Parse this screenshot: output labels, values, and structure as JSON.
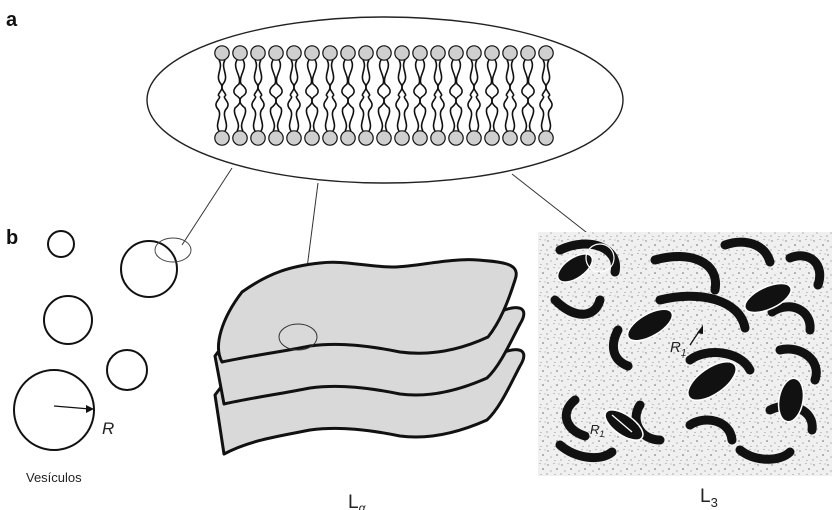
{
  "panels": {
    "a": "a",
    "b": "b"
  },
  "labels": {
    "vesicles": "Vesículos",
    "vesicle_radius": "R",
    "lamellar_main": "L",
    "lamellar_sub": "α",
    "sponge_main": "L",
    "sponge_sub": "3",
    "sponge_radius_main": "R",
    "sponge_radius_sub": "1",
    "sponge_radius2_main": "R",
    "sponge_radius2_sub": "1"
  },
  "colors": {
    "ink": "#111111",
    "sheet_fill": "#d9d9d9",
    "head_fill": "#cfcfcf",
    "speckle_bg": "#eeeeee"
  }
}
